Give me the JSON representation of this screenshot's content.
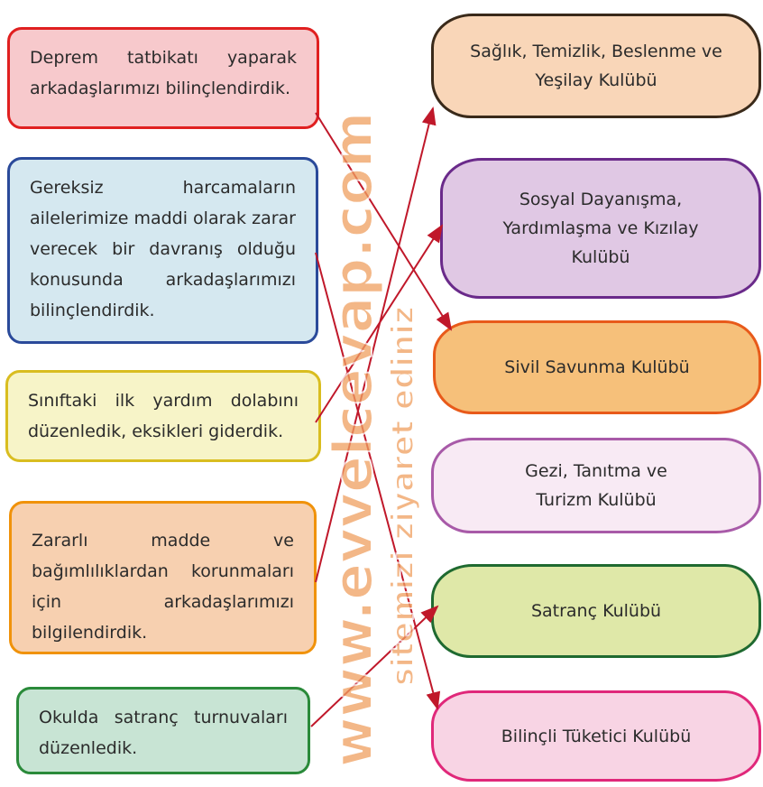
{
  "left_boxes": [
    {
      "text": "Deprem tatbikatı yaparak arkadaşlarımızı bilinçlendirdik.",
      "fill": "#f7c9cc",
      "border": "#e02020"
    },
    {
      "text": "Gereksiz harcamaların ailelerimize maddi olarak zarar verecek bir davranış olduğu konusunda arkadaşlarımızı bilinçlendirdik.",
      "fill": "#d5e8f0",
      "border": "#2a4a9a"
    },
    {
      "text": "Sınıftaki ilk yardım dolabını düzenledik, eksikleri giderdik.",
      "fill": "#f7f4c8",
      "border": "#d9bd20"
    },
    {
      "text": "Zararlı madde ve bağımlılıklardan korunmaları için arkadaşlarımızı bilgilendirdik.",
      "fill": "#f7d0b0",
      "border": "#f0920a"
    },
    {
      "text": "Okulda satranç turnuvaları düzenledik.",
      "fill": "#c8e4d4",
      "border": "#2a8a3a"
    }
  ],
  "clubs": [
    {
      "text": "Sağlık, Temizlik, Beslenme ve Yeşilay Kulübü",
      "fill": "#f9d6b8",
      "border": "#3a2a1a"
    },
    {
      "text": "Sosyal Dayanışma, Yardımlaşma ve Kızılay Kulübü",
      "fill": "#e0c8e4",
      "border": "#6a2a8a"
    },
    {
      "text": "Sivil Savunma Kulübü",
      "fill": "#f6c07a",
      "border": "#e85a1a"
    },
    {
      "text": "Gezi, Tanıtma ve Turizm Kulübü",
      "fill": "#f8eaf4",
      "border": "#a85aa8"
    },
    {
      "text": "Satranç Kulübü",
      "fill": "#dfe8a8",
      "border": "#1f6a30"
    },
    {
      "text": "Bilinçli Tüketici Kulübü",
      "fill": "#f8d4e4",
      "border": "#e0287a"
    }
  ],
  "matches": [
    [
      0,
      2
    ],
    [
      1,
      5
    ],
    [
      2,
      1
    ],
    [
      3,
      0
    ],
    [
      4,
      4
    ]
  ],
  "line_color": "#c0182a",
  "watermark": {
    "main": "www.evvelcevap.com",
    "sub": "sitemizi ziyaret ediniz"
  }
}
